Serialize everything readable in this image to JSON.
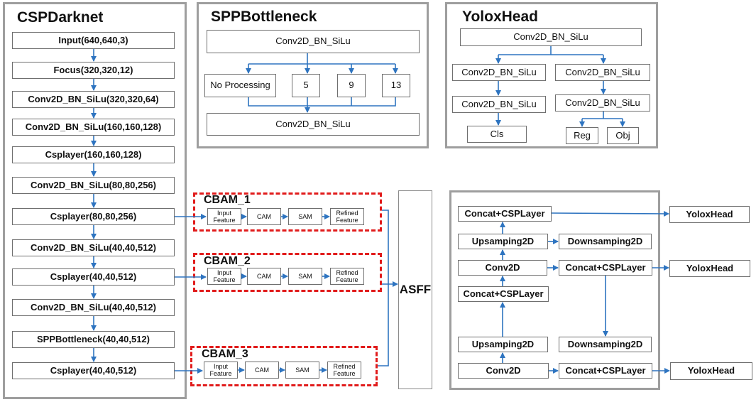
{
  "csp": {
    "title": "CSPDarknet",
    "layers": [
      "Input(640,640,3)",
      "Focus(320,320,12)",
      "Conv2D_BN_SiLu(320,320,64)",
      "Conv2D_BN_SiLu(160,160,128)",
      "Csplayer(160,160,128)",
      "Conv2D_BN_SiLu(80,80,256)",
      "Csplayer(80,80,256)",
      "Conv2D_BN_SiLu(40,40,512)",
      "Csplayer(40,40,512)",
      "Conv2D_BN_SiLu(40,40,512)",
      "SPPBottleneck(40,40,512)",
      "Csplayer(40,40,512)"
    ]
  },
  "spp": {
    "title": "SPPBottleneck",
    "top": "Conv2D_BN_SiLu",
    "branches": [
      "No Processing",
      "5",
      "9",
      "13"
    ],
    "bottom": "Conv2D_BN_SiLu"
  },
  "yolox": {
    "title": "YoloxHead",
    "top": "Conv2D_BN_SiLu",
    "left1": "Conv2D_BN_SiLu",
    "left2": "Conv2D_BN_SiLu",
    "cls": "Cls",
    "right1": "Conv2D_BN_SiLu",
    "right2": "Conv2D_BN_SiLu",
    "reg": "Reg",
    "obj": "Obj"
  },
  "cbam": [
    {
      "title": "CBAM_1",
      "steps": [
        "Input Feature",
        "CAM",
        "SAM",
        "Refined Feature"
      ]
    },
    {
      "title": "CBAM_2",
      "steps": [
        "Input Feature",
        "CAM",
        "SAM",
        "Refined Feature"
      ]
    },
    {
      "title": "CBAM_3",
      "steps": [
        "Input Feature",
        "CAM",
        "SAM",
        "Refined Feature"
      ]
    }
  ],
  "asff": "ASFF",
  "neck": {
    "concat1": "Concat+CSPLayer",
    "ups1": "Upsamping2D",
    "down1": "Downsamping2D",
    "conv1": "Conv2D",
    "concat2": "Concat+CSPLayer",
    "concat3": "Concat+CSPLayer",
    "ups2": "Upsamping2D",
    "down2": "Downsamping2D",
    "conv2": "Conv2D",
    "concat4": "Concat+CSPLayer",
    "head1": "YoloxHead",
    "head2": "YoloxHead",
    "head3": "YoloxHead"
  },
  "colors": {
    "arrow": "#2e74c0",
    "cbam_border": "#e11b1b",
    "panel_border": "#9e9e9e"
  }
}
